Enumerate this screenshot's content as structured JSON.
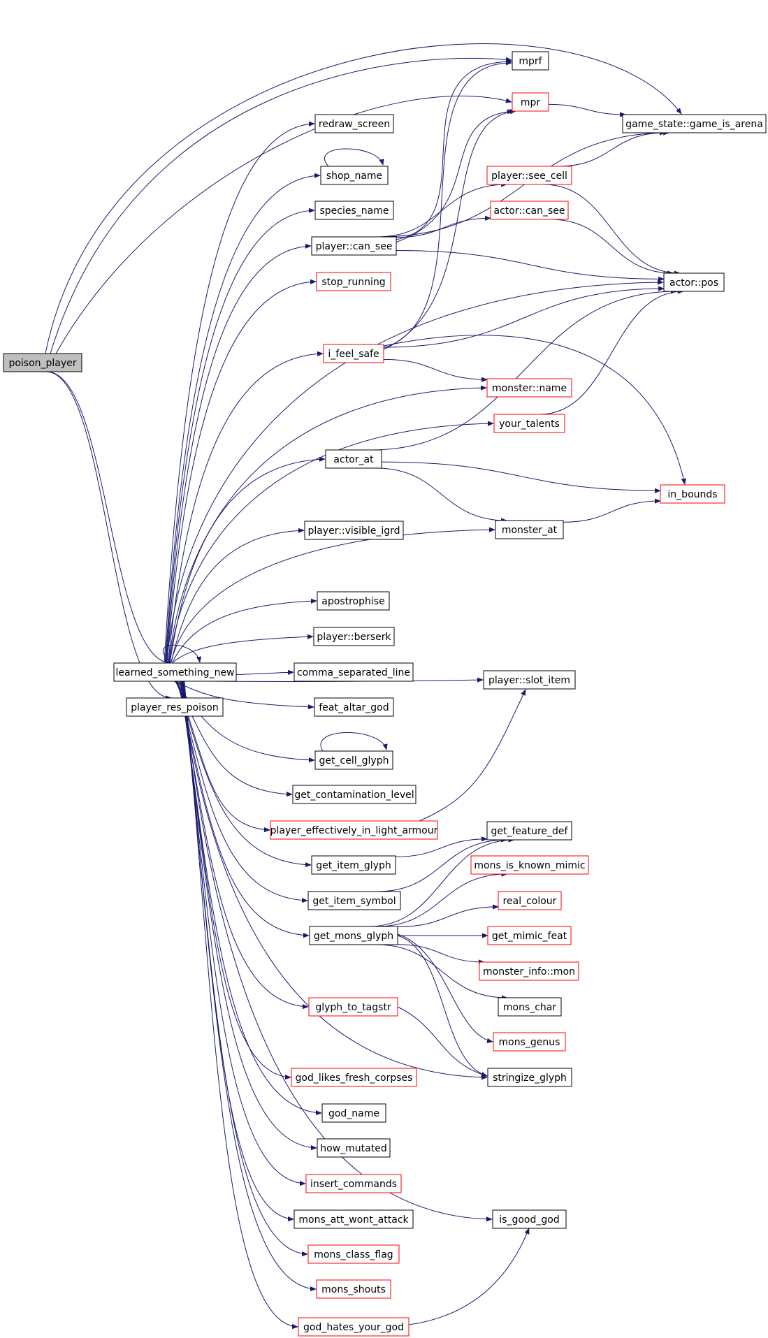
{
  "colors": {
    "edge": "#191970",
    "box_black": "#000000",
    "box_red": "#ff0000",
    "root_fill": "#bfbfbf"
  },
  "nodes": {
    "poison_player": {
      "label": "poison_player",
      "border": "black",
      "filled": true
    },
    "learned_something_new": {
      "label": "learned_something_new",
      "border": "black"
    },
    "player_res_poison": {
      "label": "player_res_poison",
      "border": "black"
    },
    "mprf": {
      "label": "mprf",
      "border": "black"
    },
    "mpr": {
      "label": "mpr",
      "border": "red"
    },
    "game_is_arena": {
      "label": "game_state::game_is_arena",
      "border": "black"
    },
    "redraw_screen": {
      "label": "redraw_screen",
      "border": "black"
    },
    "shop_name": {
      "label": "shop_name",
      "border": "black"
    },
    "species_name": {
      "label": "species_name",
      "border": "black"
    },
    "player_can_see": {
      "label": "player::can_see",
      "border": "black"
    },
    "player_see_cell": {
      "label": "player::see_cell",
      "border": "red"
    },
    "actor_can_see": {
      "label": "actor::can_see",
      "border": "red"
    },
    "stop_running": {
      "label": "stop_running",
      "border": "red"
    },
    "actor_pos": {
      "label": "actor::pos",
      "border": "black"
    },
    "i_feel_safe": {
      "label": "i_feel_safe",
      "border": "red"
    },
    "monster_name": {
      "label": "monster::name",
      "border": "red"
    },
    "your_talents": {
      "label": "your_talents",
      "border": "red"
    },
    "actor_at": {
      "label": "actor_at",
      "border": "black"
    },
    "in_bounds": {
      "label": "in_bounds",
      "border": "red"
    },
    "monster_at": {
      "label": "monster_at",
      "border": "black"
    },
    "player_visible_igrd": {
      "label": "player::visible_igrd",
      "border": "black"
    },
    "apostrophise": {
      "label": "apostrophise",
      "border": "black"
    },
    "player_berserk": {
      "label": "player::berserk",
      "border": "black"
    },
    "comma_separated_line": {
      "label": "comma_separated_line",
      "border": "black"
    },
    "player_slot_item": {
      "label": "player::slot_item",
      "border": "black"
    },
    "feat_altar_god": {
      "label": "feat_altar_god",
      "border": "black"
    },
    "get_cell_glyph": {
      "label": "get_cell_glyph",
      "border": "black"
    },
    "get_contamination_level": {
      "label": "get_contamination_level",
      "border": "black"
    },
    "player_effectively_in_light_armour": {
      "label": "player_effectively_in_light_armour",
      "border": "red"
    },
    "get_feature_def": {
      "label": "get_feature_def",
      "border": "black"
    },
    "get_item_glyph": {
      "label": "get_item_glyph",
      "border": "black"
    },
    "mons_is_known_mimic": {
      "label": "mons_is_known_mimic",
      "border": "red"
    },
    "get_item_symbol": {
      "label": "get_item_symbol",
      "border": "black"
    },
    "real_colour": {
      "label": "real_colour",
      "border": "red"
    },
    "get_mons_glyph": {
      "label": "get_mons_glyph",
      "border": "black"
    },
    "get_mimic_feat": {
      "label": "get_mimic_feat",
      "border": "red"
    },
    "monster_info_mon": {
      "label": "monster_info::mon",
      "border": "red"
    },
    "mons_char": {
      "label": "mons_char",
      "border": "black"
    },
    "glyph_to_tagstr": {
      "label": "glyph_to_tagstr",
      "border": "red"
    },
    "mons_genus": {
      "label": "mons_genus",
      "border": "red"
    },
    "stringize_glyph": {
      "label": "stringize_glyph",
      "border": "black"
    },
    "god_likes_fresh_corpses": {
      "label": "god_likes_fresh_corpses",
      "border": "red"
    },
    "god_name": {
      "label": "god_name",
      "border": "black"
    },
    "how_mutated": {
      "label": "how_mutated",
      "border": "black"
    },
    "insert_commands": {
      "label": "insert_commands",
      "border": "red"
    },
    "mons_att_wont_attack": {
      "label": "mons_att_wont_attack",
      "border": "black"
    },
    "is_good_god": {
      "label": "is_good_god",
      "border": "black"
    },
    "mons_class_flag": {
      "label": "mons_class_flag",
      "border": "red"
    },
    "mons_shouts": {
      "label": "mons_shouts",
      "border": "red"
    },
    "god_hates_your_god": {
      "label": "god_hates_your_god",
      "border": "red"
    }
  },
  "edges": [
    [
      "poison_player",
      "game_is_arena"
    ],
    [
      "poison_player",
      "mprf"
    ],
    [
      "poison_player",
      "mpr"
    ],
    [
      "poison_player",
      "learned_something_new"
    ],
    [
      "poison_player",
      "player_res_poison"
    ],
    [
      "learned_something_new",
      "learned_something_new"
    ],
    [
      "learned_something_new",
      "redraw_screen"
    ],
    [
      "learned_something_new",
      "shop_name"
    ],
    [
      "learned_something_new",
      "species_name"
    ],
    [
      "learned_something_new",
      "player_can_see"
    ],
    [
      "learned_something_new",
      "stop_running"
    ],
    [
      "learned_something_new",
      "actor_pos"
    ],
    [
      "learned_something_new",
      "i_feel_safe"
    ],
    [
      "learned_something_new",
      "monster_name"
    ],
    [
      "learned_something_new",
      "your_talents"
    ],
    [
      "learned_something_new",
      "actor_at"
    ],
    [
      "learned_something_new",
      "monster_at"
    ],
    [
      "learned_something_new",
      "player_visible_igrd"
    ],
    [
      "learned_something_new",
      "player_slot_item"
    ],
    [
      "learned_something_new",
      "apostrophise"
    ],
    [
      "learned_something_new",
      "player_berserk"
    ],
    [
      "learned_something_new",
      "comma_separated_line"
    ],
    [
      "learned_something_new",
      "feat_altar_god"
    ],
    [
      "learned_something_new",
      "get_cell_glyph"
    ],
    [
      "learned_something_new",
      "get_contamination_level"
    ],
    [
      "learned_something_new",
      "player_effectively_in_light_armour"
    ],
    [
      "learned_something_new",
      "get_item_glyph"
    ],
    [
      "learned_something_new",
      "get_item_symbol"
    ],
    [
      "learned_something_new",
      "get_mons_glyph"
    ],
    [
      "learned_something_new",
      "stringize_glyph"
    ],
    [
      "learned_something_new",
      "glyph_to_tagstr"
    ],
    [
      "learned_something_new",
      "god_likes_fresh_corpses"
    ],
    [
      "learned_something_new",
      "god_name"
    ],
    [
      "learned_something_new",
      "how_mutated"
    ],
    [
      "learned_something_new",
      "insert_commands"
    ],
    [
      "learned_something_new",
      "mons_att_wont_attack"
    ],
    [
      "learned_something_new",
      "is_good_god"
    ],
    [
      "learned_something_new",
      "mons_class_flag"
    ],
    [
      "learned_something_new",
      "mons_shouts"
    ],
    [
      "learned_something_new",
      "god_hates_your_god"
    ],
    [
      "mpr",
      "game_is_arena"
    ],
    [
      "shop_name",
      "shop_name"
    ],
    [
      "player_can_see",
      "mprf"
    ],
    [
      "player_can_see",
      "mpr"
    ],
    [
      "player_can_see",
      "game_is_arena"
    ],
    [
      "player_can_see",
      "player_see_cell"
    ],
    [
      "player_can_see",
      "actor_can_see"
    ],
    [
      "player_can_see",
      "actor_pos"
    ],
    [
      "player_see_cell",
      "game_is_arena"
    ],
    [
      "player_see_cell",
      "actor_pos"
    ],
    [
      "actor_can_see",
      "actor_pos"
    ],
    [
      "i_feel_safe",
      "mprf"
    ],
    [
      "i_feel_safe",
      "mpr"
    ],
    [
      "i_feel_safe",
      "actor_pos"
    ],
    [
      "i_feel_safe",
      "monster_name"
    ],
    [
      "i_feel_safe",
      "in_bounds"
    ],
    [
      "your_talents",
      "actor_pos"
    ],
    [
      "actor_at",
      "actor_pos"
    ],
    [
      "actor_at",
      "in_bounds"
    ],
    [
      "actor_at",
      "monster_at"
    ],
    [
      "monster_at",
      "in_bounds"
    ],
    [
      "get_cell_glyph",
      "get_cell_glyph"
    ],
    [
      "player_effectively_in_light_armour",
      "player_slot_item"
    ],
    [
      "get_item_glyph",
      "get_feature_def"
    ],
    [
      "get_item_symbol",
      "get_feature_def"
    ],
    [
      "get_mons_glyph",
      "get_feature_def"
    ],
    [
      "get_mons_glyph",
      "mons_is_known_mimic"
    ],
    [
      "get_mons_glyph",
      "real_colour"
    ],
    [
      "get_mons_glyph",
      "get_mimic_feat"
    ],
    [
      "get_mons_glyph",
      "monster_info_mon"
    ],
    [
      "get_mons_glyph",
      "mons_char"
    ],
    [
      "get_mons_glyph",
      "mons_genus"
    ],
    [
      "get_mons_glyph",
      "stringize_glyph"
    ],
    [
      "glyph_to_tagstr",
      "stringize_glyph"
    ],
    [
      "god_hates_your_god",
      "is_good_god"
    ]
  ]
}
